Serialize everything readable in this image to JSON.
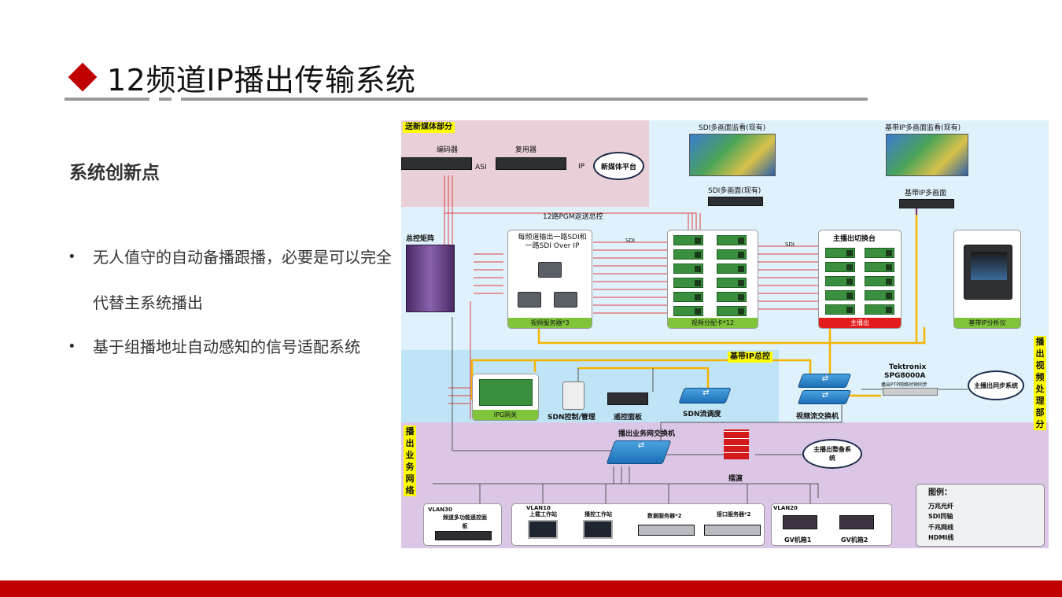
{
  "title": "12频道IP播出传输系统",
  "subtitle": "系统创新点",
  "bullets": [
    {
      "marker": "•",
      "text": "无人值守的自动备播跟播，必要是可以完全代替主系统播出"
    },
    {
      "marker": "•",
      "text": "基于组播地址自动感知的信号适配系统"
    }
  ],
  "colors": {
    "accent": "#c00000",
    "rule": "#9a9a9a"
  },
  "icons": {
    "title_marker": "red-diamond-icon"
  },
  "diagram": {
    "sections": {
      "new_media": "送新媒体部分",
      "ip_control": "基带IP总控",
      "video_processing": "播出视频处理部分",
      "business_network": "播出业务网络"
    },
    "labels": {
      "encoder": "编码器",
      "multiplexer": "复用器",
      "asi": "ASI",
      "ip": "IP",
      "new_media_platform": "新媒体平台",
      "sdi_multiview_monitor": "SDI多画面监看(现有)",
      "sdi_multiview": "SDI多画面(现有)",
      "ip_multiview_monitor": "基带IP多画面监看(现有)",
      "ip_multiview": "基带IP多画面",
      "pgm_return": "12路PGM返送总控",
      "master_matrix": "总控矩阵",
      "server_desc": "每频道输出一路SDI和一路SDI Over IP",
      "video_server": "视频服务器*3",
      "video_dist": "视频分配卡*12",
      "main_switch": "主播出切换台",
      "main_output": "主播出",
      "ip_analyzer": "基带IP分析仪",
      "sdi": "SDI",
      "ipg_gateway": "IPG网关",
      "sdn_control": "SDN控制/管理",
      "remote_panel": "遥控面板",
      "sdn_switch": "SDN流调度",
      "video_stream_switch": "视频流交换机",
      "tektronix": "Tektronix",
      "spg": "SPG8000A",
      "spg_desc": "播出PTP网络时钟同步",
      "sync_system": "主播出同步系统",
      "business_switch": "播出业务网交换机",
      "firewall": "摆渡",
      "main_system": "主播出整备系统",
      "vlan30": "VLAN30",
      "vlan30_desc": "频道多功能遥控面板",
      "vlan10": "VLAN10",
      "upload_ws": "上载工作站",
      "playout_ws": "播控工作站",
      "data_server": "数据服务器*2",
      "interface_server": "接口服务器*2",
      "vlan20": "VLAN20",
      "gv1": "GV机箱1",
      "gv2": "GV机箱2"
    },
    "legend": {
      "title": "图例：",
      "items": [
        {
          "label": "万兆光纤",
          "color": "#f5b400"
        },
        {
          "label": "SDI同轴",
          "color": "#e04040"
        },
        {
          "label": "千兆网线",
          "color": "#555555"
        },
        {
          "label": "HDMI线",
          "color": "#7030a0"
        }
      ]
    }
  }
}
